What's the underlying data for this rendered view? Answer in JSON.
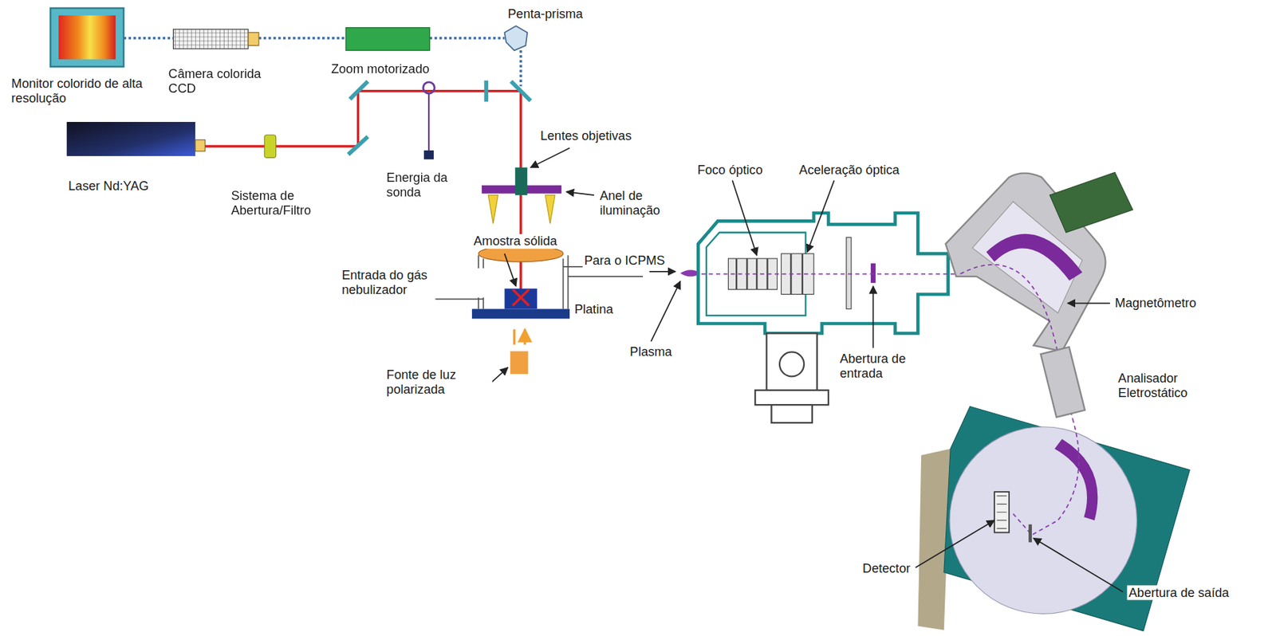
{
  "diagram": {
    "labels": [
      "Penta-prisma",
      "Monitor colorido de alta resolução",
      "Câmera colorida CCD",
      "Zoom motorizado",
      "Laser Nd:YAG",
      "Sistema de Abertura/Filtro",
      "Energia da sonda",
      "Lentes objetivas",
      "Anel de iluminação",
      "Amostra sólida",
      "Para o ICPMS",
      "Entrada do gás nebulizador",
      "Platina",
      "Fonte de luz polarizada",
      "Plasma",
      "Foco óptico",
      "Aceleração óptica",
      "Magnetômetro",
      "Abertura de entrada",
      "Analisador Eletrostático",
      "Detector",
      "Abertura de saída"
    ]
  }
}
